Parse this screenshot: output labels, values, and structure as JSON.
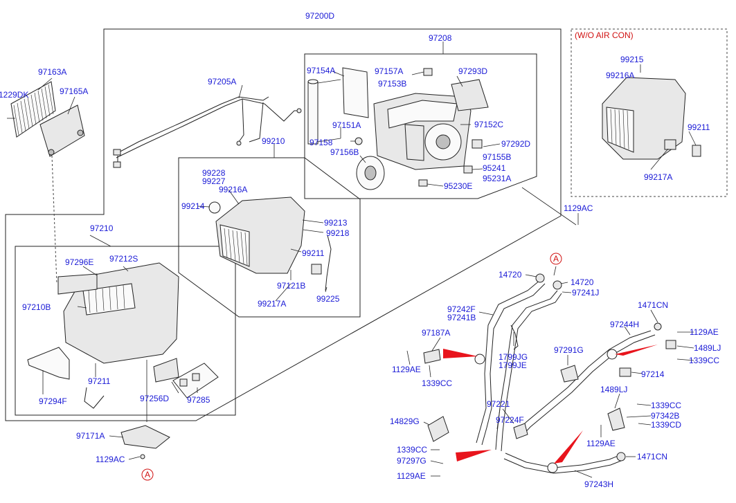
{
  "labels": {
    "97200D": "97200D",
    "97208": "97208",
    "wo_air_con": "(W/O AIR CON)",
    "99215": "99215",
    "99216A_r": "99216A",
    "99211_r": "99211",
    "99217A_r": "99217A",
    "97163A": "97163A",
    "97165A": "97165A",
    "1229DK": "1229DK",
    "97205A": "97205A",
    "97154A": "97154A",
    "97157A": "97157A",
    "97293D": "97293D",
    "97153B": "97153B",
    "97151A": "97151A",
    "97152C": "97152C",
    "97158": "97158",
    "97156B": "97156B",
    "97292D": "97292D",
    "97155B": "97155B",
    "95241": "95241",
    "95231A": "95231A",
    "95230E": "95230E",
    "99210": "99210",
    "99228": "99228",
    "99227": "99227",
    "99216A": "99216A",
    "99214": "99214",
    "99213": "99213",
    "99218": "99218",
    "99211": "99211",
    "97121B": "97121B",
    "99217A": "99217A",
    "99225": "99225",
    "1129AC_top": "1129AC",
    "97210": "97210",
    "97296E": "97296E",
    "97212S": "97212S",
    "97210B": "97210B",
    "97211": "97211",
    "97294F": "97294F",
    "97256D": "97256D",
    "97285": "97285",
    "97171A": "97171A",
    "1129AC_bot": "1129AC",
    "ref_A_bottom": "A",
    "ref_A_right": "A",
    "14720_a": "14720",
    "14720_b": "14720",
    "97241J": "97241J",
    "97242F": "97242F",
    "97241B": "97241B",
    "1471CN_top": "1471CN",
    "97244H": "97244H",
    "1129AE_r1": "1129AE",
    "1489LJ_a": "1489LJ",
    "1339CC_r1": "1339CC",
    "97187A": "97187A",
    "1129AE_l1": "1129AE",
    "1339CC_l1": "1339CC",
    "1799JG": "1799JG",
    "1799JE": "1799JE",
    "97291G": "97291G",
    "97214": "97214",
    "1489LJ_b": "1489LJ",
    "1339CC_r2": "1339CC",
    "97342B": "97342B",
    "1339CD": "1339CD",
    "97221": "97221",
    "97224F": "97224F",
    "14829G": "14829G",
    "1129AE_mid": "1129AE",
    "1339CC_l2": "1339CC",
    "97297G": "97297G",
    "1129AE_l2": "1129AE",
    "1471CN_bot": "1471CN",
    "97243H": "97243H"
  },
  "colors": {
    "label_blue": "#1a1ad6",
    "label_red": "#d01010",
    "line": "#222222",
    "marker_red": "#e8141c"
  }
}
